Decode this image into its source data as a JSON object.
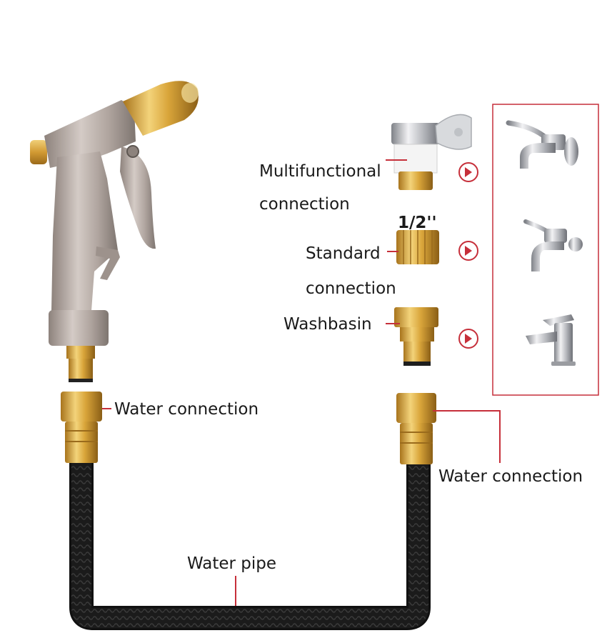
{
  "labels": {
    "multifunctional_line1": "Multifunctional",
    "multifunctional_line2": "connection",
    "size_label": "1/2''",
    "standard_line1": "Standard",
    "standard_line2": "connection",
    "washbasin": "Washbasin",
    "water_connection_left": "Water connection",
    "water_connection_right": "Water connection",
    "water_pipe": "Water pipe"
  },
  "icons": {
    "spray_gun": "spray-gun-icon",
    "faucet_1": "wall-faucet-icon",
    "faucet_2": "bib-tap-icon",
    "faucet_3": "basin-mixer-icon",
    "arrow": "chevron-right-circle-icon"
  },
  "colors": {
    "accent_red": "#c62f3a",
    "brass": "#d8a93a",
    "hose": "#1b1b1b",
    "chrome": "#b9b9bd",
    "gun_body": "#a99d96"
  }
}
